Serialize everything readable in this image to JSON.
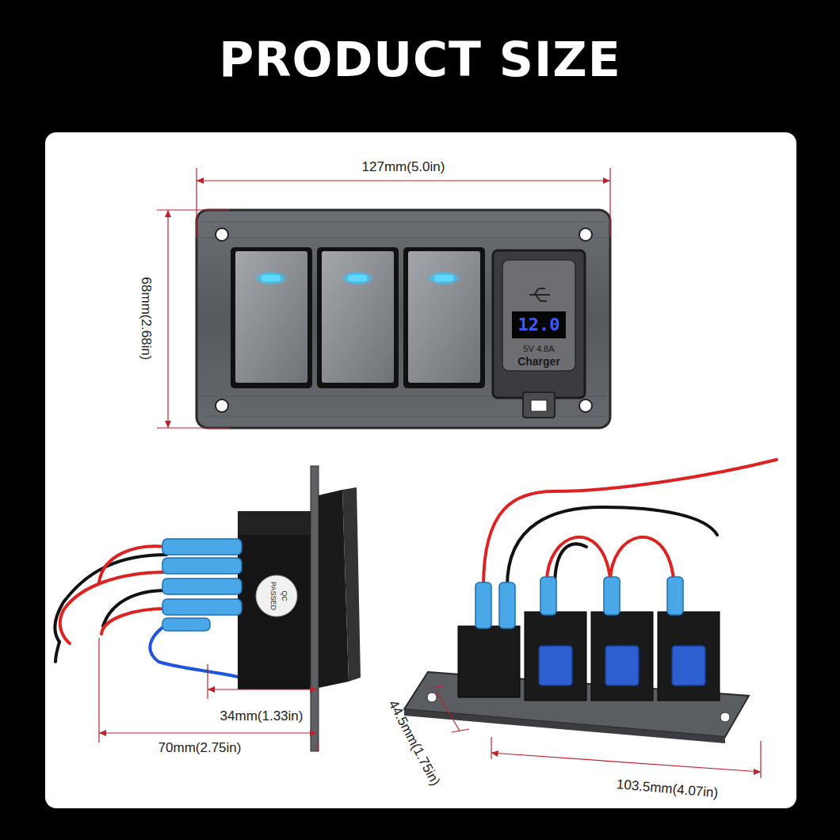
{
  "diagram": {
    "title": "PRODUCT SIZE",
    "labels": [
      "127mm(5.0in)",
      "68mm(2.68in)",
      "12.0",
      "5V 4.8A",
      "Charger",
      "QC",
      "PASSED",
      "34mm(1.33in)",
      "70mm(2.75in)",
      "44.5mm(1.75in)",
      "103.5mm(4.07in)"
    ]
  }
}
